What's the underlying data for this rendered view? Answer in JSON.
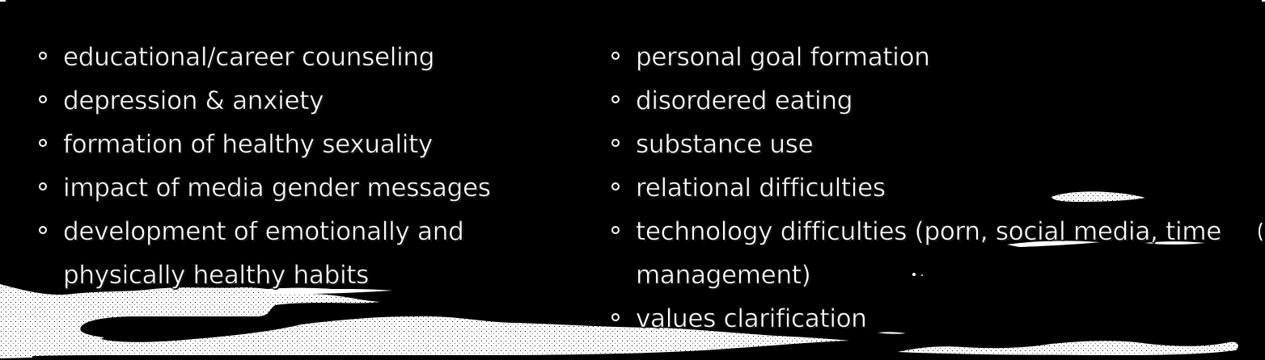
{
  "slide": {
    "background_color": "#000000",
    "text_color": "#ffffff",
    "bullet_icon": "hollow-circle-bullet",
    "left_column": {
      "items": [
        {
          "label": "educational/career counseling"
        },
        {
          "label": "depression & anxiety"
        },
        {
          "label": "formation of healthy sexuality"
        },
        {
          "label": "impact of media gender messages"
        },
        {
          "label": "development of emotionally and physically healthy habits"
        }
      ]
    },
    "right_column": {
      "items": [
        {
          "label": "personal goal formation"
        },
        {
          "label": "disordered eating"
        },
        {
          "label": "substance use"
        },
        {
          "label": "relational difficulties"
        },
        {
          "label": "technology difficulties (porn, social media, time management)"
        },
        {
          "label": "values clarification"
        }
      ]
    },
    "decoration": {
      "type": "white stippled wave shapes",
      "color": "#ffffff"
    }
  }
}
